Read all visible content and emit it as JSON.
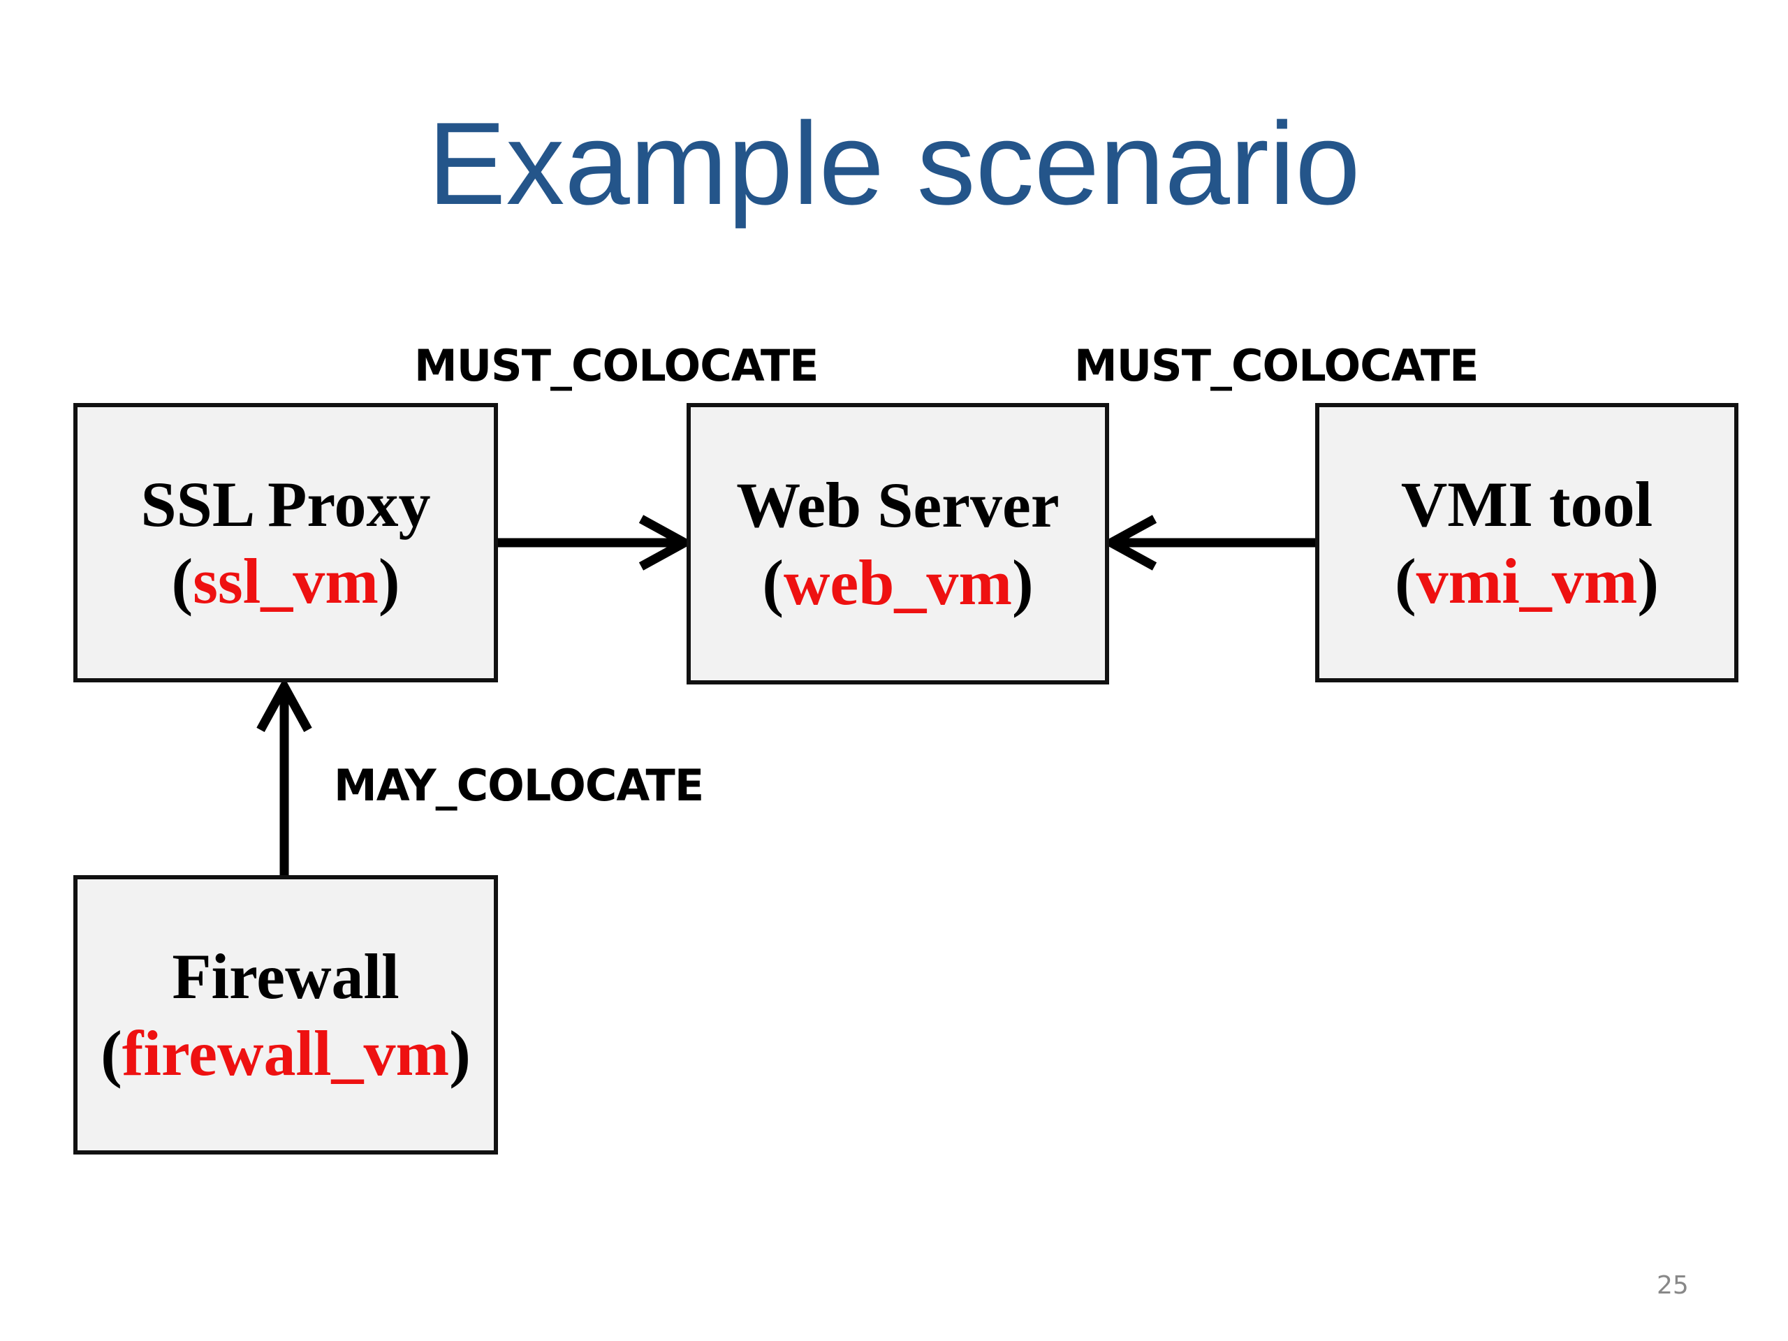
{
  "slide": {
    "title": "Example scenario",
    "page_number": "25"
  },
  "nodes": {
    "ssl": {
      "name": "SSL Proxy",
      "vm": "ssl_vm"
    },
    "web": {
      "name": "Web Server",
      "vm": "web_vm"
    },
    "vmi": {
      "name": "VMI tool",
      "vm": "vmi_vm"
    },
    "firewall": {
      "name": "Firewall",
      "vm": "firewall_vm"
    }
  },
  "edges": {
    "ssl_to_web": {
      "label": "MUST_COLOCATE"
    },
    "vmi_to_web": {
      "label": "MUST_COLOCATE"
    },
    "firewall_to_ssl": {
      "label": "MAY_COLOCATE"
    }
  },
  "colors": {
    "title": "#24558a",
    "vm_id": "#ee1111",
    "box_fill": "#f2f2f2",
    "border": "#111111"
  }
}
